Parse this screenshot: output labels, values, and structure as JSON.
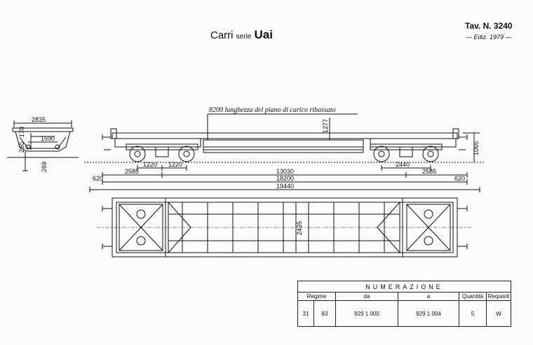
{
  "header": {
    "title_carri": "Carri",
    "title_serie": "serie",
    "title_uai": "Uai",
    "tav": "Tav. N. 3240",
    "ediz": "— Ediz. 1979 —"
  },
  "drawing": {
    "cross_section_labels": [
      "2835",
      "1590",
      "170",
      "260",
      "269"
    ],
    "note_load_length": "8200 lunghezza del piano di carico ribassato",
    "dim_1277": "1277",
    "dim_1065": "1065",
    "dim_1220_a": "1220",
    "dim_1220_b": "1220",
    "dim_2440": "2440",
    "dim_2585_left": "2585",
    "dim_2585_right": "2585",
    "dim_13030": "13030",
    "dim_18200": "18200",
    "dim_19440": "19440",
    "dim_620_left": "620",
    "dim_620_right": "620",
    "dim_2435": "2435"
  },
  "numerazione": {
    "caption": "NUMERAZIONE",
    "headers": {
      "regime": "Regime",
      "da": "da",
      "a": "a",
      "quantita": "Quantità",
      "requisiti": "Requisiti"
    },
    "row": {
      "regime_1": "31",
      "regime_2": "83",
      "da": "929 1 000",
      "a": "929 1 004",
      "quantita": "5",
      "requisiti": "W"
    }
  }
}
